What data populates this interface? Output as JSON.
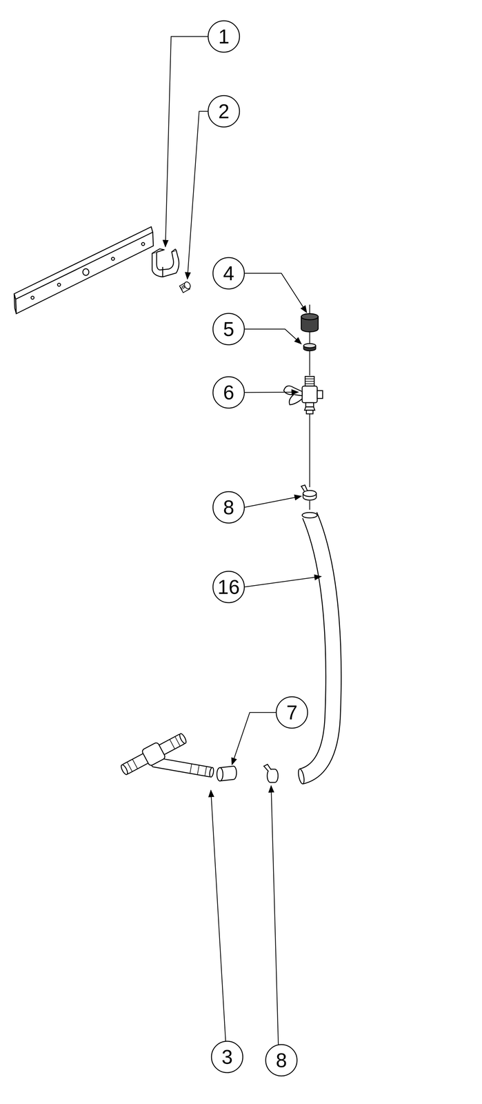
{
  "diagram": {
    "labels": [
      "1",
      "2",
      "4",
      "5",
      "6",
      "8",
      "16",
      "7",
      "3",
      "8"
    ]
  }
}
